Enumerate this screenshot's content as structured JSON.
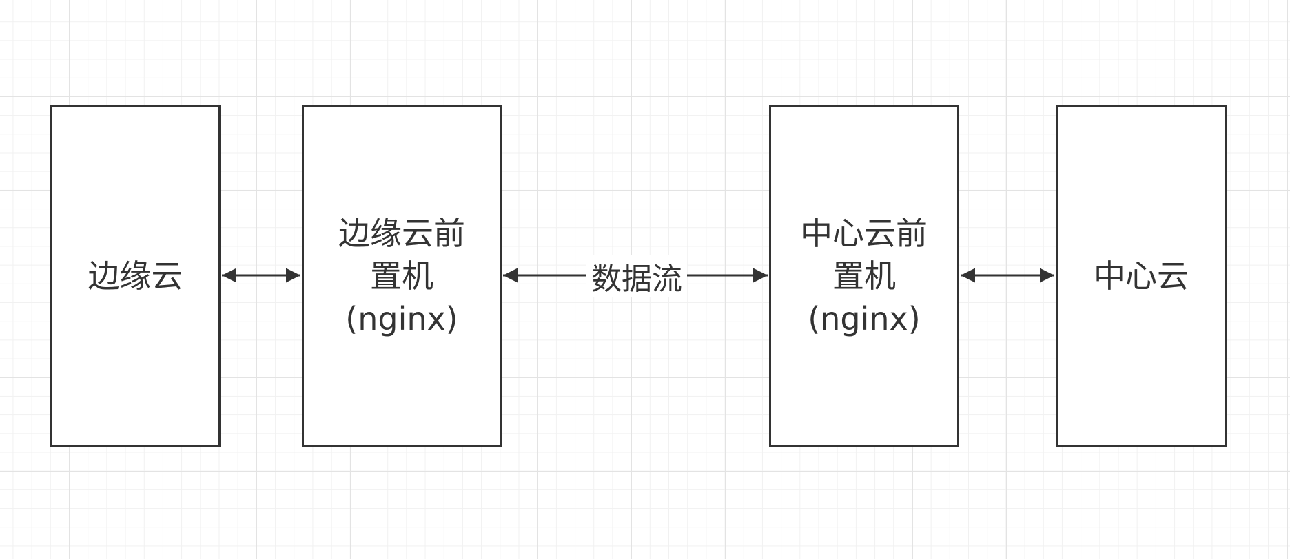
{
  "colors": {
    "stroke": "#333333",
    "text": "#333333",
    "node_fill": "#ffffff",
    "grid_major": "#e3e3e3",
    "grid_minor": "#f1f1f1"
  },
  "nodes": [
    {
      "id": "edge-cloud",
      "label": "边缘云"
    },
    {
      "id": "edge-proxy",
      "label": "边缘云前\n置机\n(nginx)"
    },
    {
      "id": "center-proxy",
      "label": "中心云前\n置机\n(nginx)"
    },
    {
      "id": "center-cloud",
      "label": "中心云"
    }
  ],
  "edges": [
    {
      "from": "edge-cloud",
      "to": "edge-proxy",
      "direction": "both",
      "label": ""
    },
    {
      "from": "edge-proxy",
      "to": "center-proxy",
      "direction": "both",
      "label": "数据流"
    },
    {
      "from": "center-proxy",
      "to": "center-cloud",
      "direction": "both",
      "label": ""
    }
  ]
}
